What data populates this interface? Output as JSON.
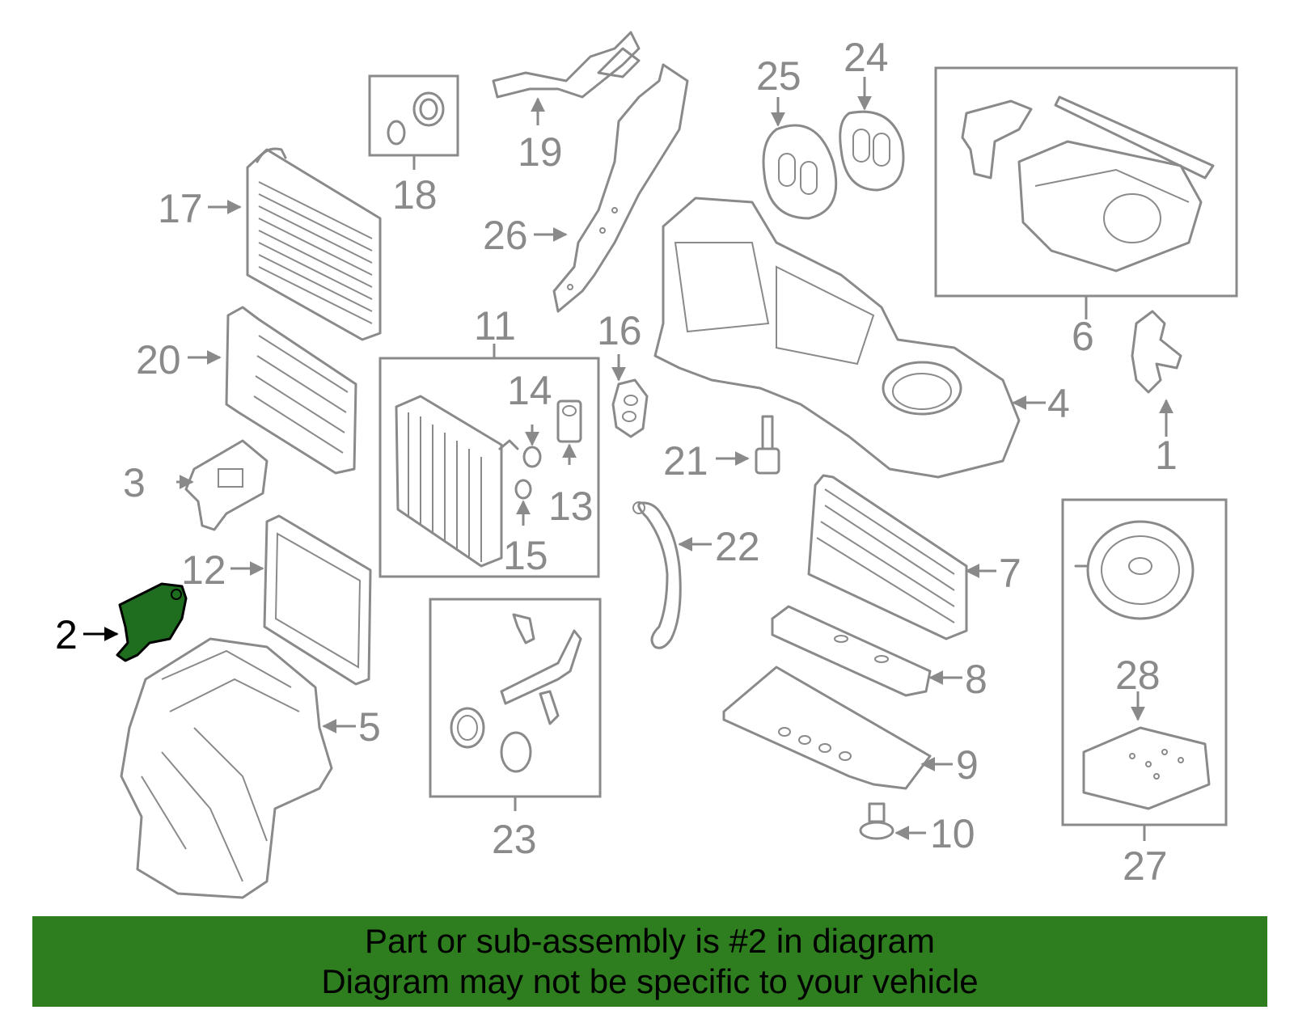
{
  "callouts": {
    "c1": "1",
    "c2": "2",
    "c3": "3",
    "c4": "4",
    "c5": "5",
    "c6": "6",
    "c7": "7",
    "c8": "8",
    "c9": "9",
    "c10": "10",
    "c11": "11",
    "c12": "12",
    "c13": "13",
    "c14": "14",
    "c15": "15",
    "c16": "16",
    "c17": "17",
    "c18": "18",
    "c19": "19",
    "c20": "20",
    "c21": "21",
    "c22": "22",
    "c23": "23",
    "c24": "24",
    "c25": "25",
    "c26": "26",
    "c27": "27",
    "c28": "28"
  },
  "highlighted_part": "2",
  "highlight_color": "#2e7d1f",
  "footer": {
    "line1": "Part or sub-assembly is #2 in diagram",
    "line2": "Diagram may not be specific to your vehicle"
  }
}
